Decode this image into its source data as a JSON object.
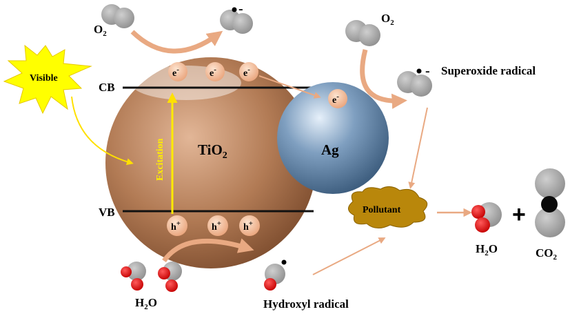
{
  "labels": {
    "visible": "Visible",
    "cb": "CB",
    "vb": "VB",
    "excitation": "Excitation",
    "tio2_main": "TiO",
    "tio2_sub": "2",
    "ag": "Ag",
    "electron": "e",
    "electron_sup": "-",
    "hole": "h",
    "hole_sup": "+",
    "o2_main": "O",
    "o2_sub": "2",
    "superoxide": "Superoxide radical",
    "superoxide_charge": "-",
    "o2_top_charge": "-",
    "hydroxyl": "Hydroxyl radical",
    "h2o_left_main": "H",
    "h2o_left_sub": "2",
    "h2o_left_end": "O",
    "h2o_right_main": "H",
    "h2o_right_sub": "2",
    "h2o_right_end": "O",
    "co2_main": "CO",
    "co2_sub": "2",
    "pollutant": "Pollutant",
    "plus": "+"
  },
  "colors": {
    "tio2_sphere": "#b07a56",
    "ag_sphere": "#6f93b5",
    "band_line": "#111111",
    "visible_burst": "#ffff00",
    "excitation_arrow": "#ffea00",
    "process_arrow": "#e9a982",
    "charge_circle": "#f3b690",
    "oxygen_gray": "#a8a8a8",
    "hydrogen_red": "#e8121b",
    "carbon_black": "#0a0a0a",
    "pollutant_blob": "#b9870b"
  },
  "icons": {
    "light_source": "sun-burst-icon",
    "molecule_o2": "o2-molecule-icon",
    "molecule_h2o": "h2o-molecule-icon",
    "molecule_co2": "co2-molecule-icon"
  }
}
